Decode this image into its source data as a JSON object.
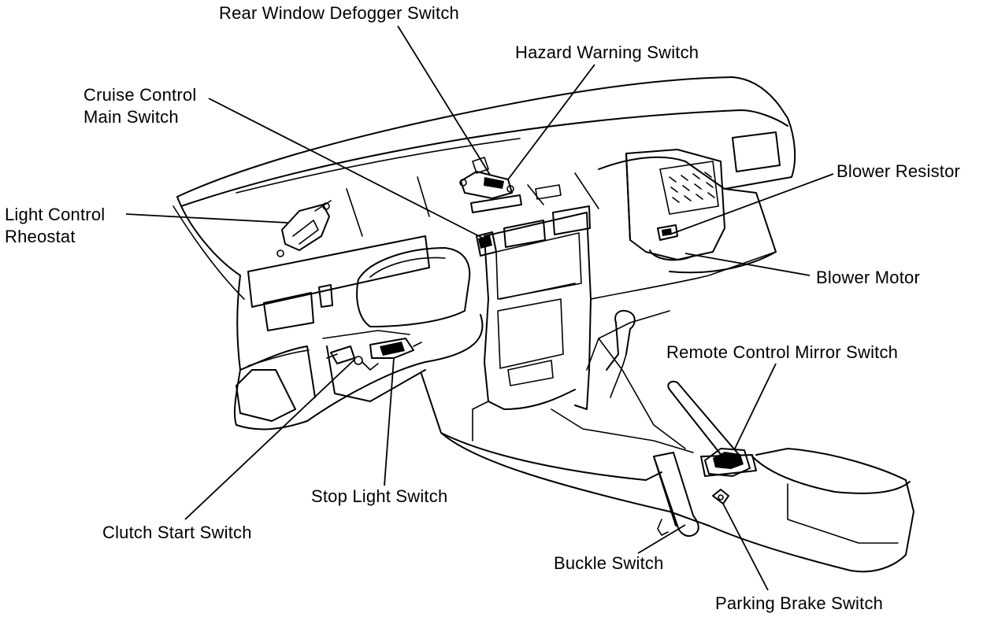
{
  "labels": {
    "rear_window_defogger_switch": "Rear Window Defogger Switch",
    "hazard_warning_switch": "Hazard Warning Switch",
    "cruise_control_main_switch_line1": "Cruise Control",
    "cruise_control_main_switch_line2": "Main Switch",
    "light_control_rheostat_line1": "Light Control",
    "light_control_rheostat_line2": "Rheostat",
    "blower_resistor": "Blower Resistor",
    "blower_motor": "Blower Motor",
    "remote_control_mirror_switch": "Remote Control Mirror Switch",
    "stop_light_switch": "Stop Light Switch",
    "clutch_start_switch": "Clutch Start Switch",
    "buckle_switch": "Buckle Switch",
    "parking_brake_switch": "Parking Brake Switch"
  },
  "colors": {
    "line": "#000000",
    "background": "#ffffff"
  }
}
